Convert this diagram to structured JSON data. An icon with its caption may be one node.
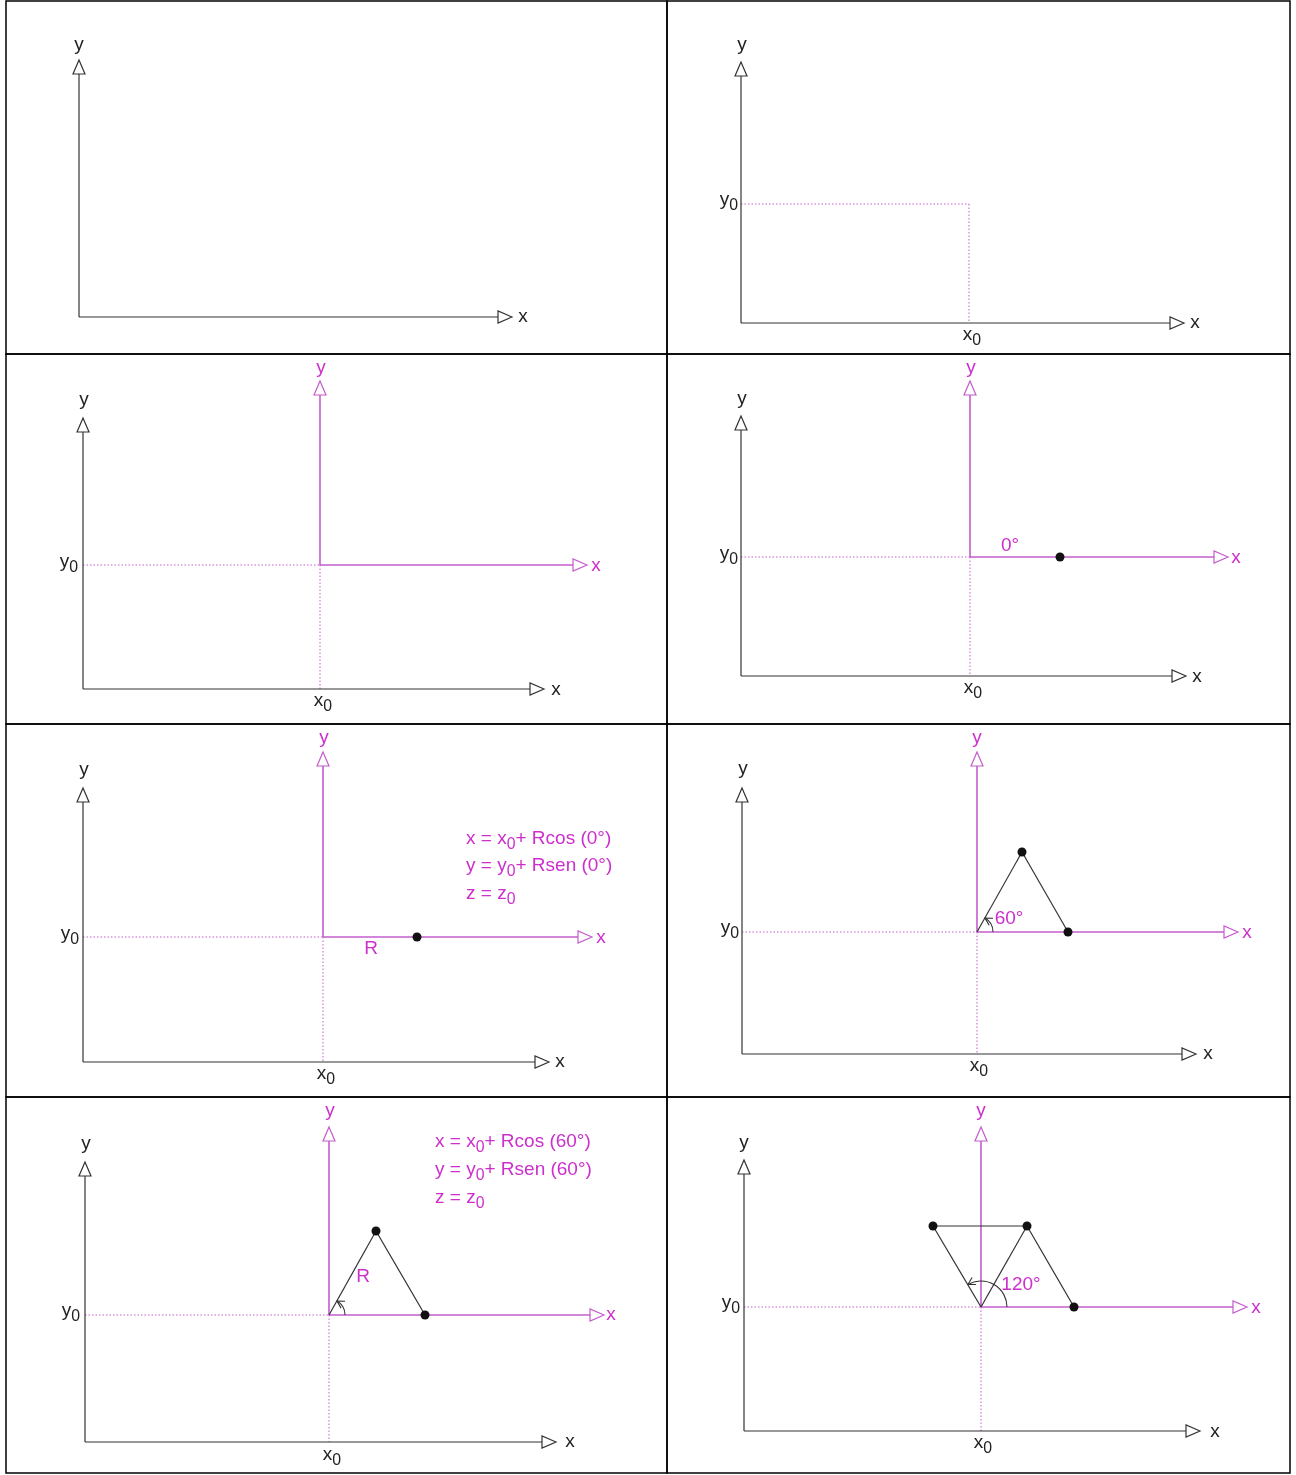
{
  "diagram": {
    "labels": [
      "y",
      "x",
      "y",
      "y$_{0}$",
      "x$_{0}$",
      "x",
      "y",
      "y",
      "y$_{0}$",
      "x",
      "x$_{0}$",
      "x",
      "y",
      "y",
      "y$_{0}$",
      "0°",
      "x",
      "x$_{0}$",
      "x",
      "y",
      "y",
      "x = x$_{0}$+ Rcos (0°)",
      "y = y$_{0}$+ Rsen (0°)",
      "z = z$_{0}$",
      "y$_{0}$",
      "R",
      "x",
      "x$_{0}$",
      "x",
      "y",
      "y",
      "60°",
      "y$_{0}$",
      "x",
      "x$_{0}$",
      "x",
      "y",
      "y",
      "x = x$_{0}$+ Rcos (60°)",
      "y = y$_{0}$+ Rsen (60°)",
      "z = z$_{0}$",
      "R",
      "y$_{0}$",
      "x",
      "x$_{0}$",
      "x",
      "y",
      "y",
      "120°",
      "y$_{0}$",
      "x",
      "x$_{0}$",
      "x"
    ]
  }
}
